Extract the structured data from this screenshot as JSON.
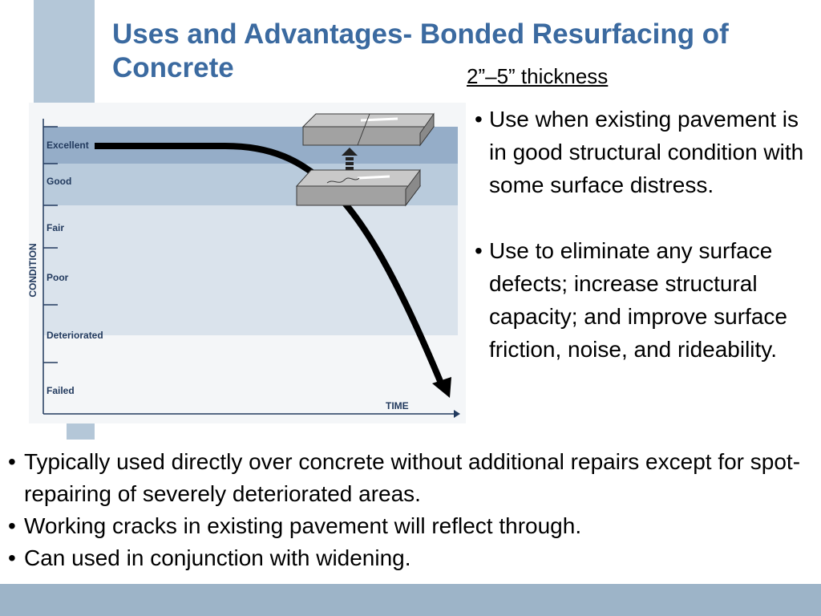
{
  "slide": {
    "title": "Uses and Advantages- Bonded Resurfacing of Concrete",
    "thickness": "2”–5” thickness",
    "right_bullets": [
      "Use when existing pavement is in good structural condition with some surface distress.",
      "Use to eliminate any surface defects; increase structural capacity; and improve surface friction, noise, and rideability."
    ],
    "bottom_bullets": [
      "Typically used directly over concrete without additional repairs except for spot-repairing of severely deteriorated areas.",
      "Working cracks in existing pavement will reflect through.",
      "Can used in conjunction with widening."
    ],
    "bullet_char": "•"
  },
  "chart_data": {
    "type": "line",
    "ylabel": "CONDITION",
    "xlabel": "TIME",
    "categories": [
      "Excellent",
      "Good",
      "Fair",
      "Poor",
      "Deteriorated",
      "Failed"
    ],
    "series": [],
    "annotations": [
      "pavement-slab-before-icon",
      "pavement-slab-after-icon",
      "upgrade-arrow-icon"
    ]
  },
  "colors": {
    "title": "#3b6aa0",
    "accent": "#b4c7d8",
    "bottom_bar": "#9db4c8",
    "band_excellent": "#95adc8",
    "band_good": "#b9cbdc",
    "band_fair_poor": "#dae3ec",
    "band_low": "#f4f6f8"
  }
}
